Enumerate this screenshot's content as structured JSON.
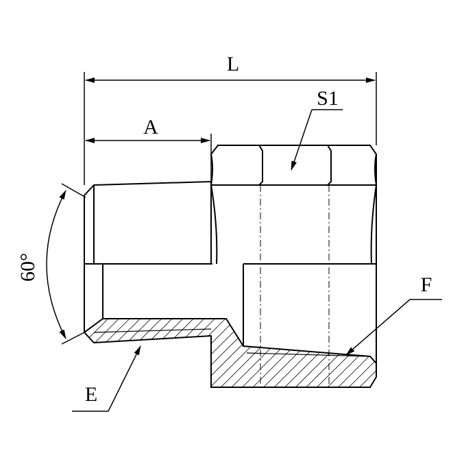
{
  "labels": {
    "length": "L",
    "thread_length": "A",
    "hex_size": "S1",
    "angle": "60°",
    "male_thread": "E",
    "female_thread": "F"
  },
  "colors": {
    "line": "#000000",
    "background": "#ffffff"
  }
}
